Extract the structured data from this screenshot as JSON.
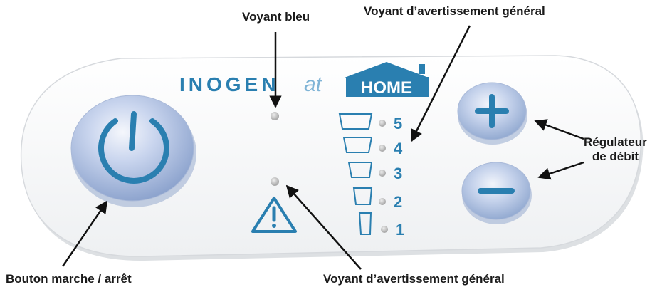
{
  "brand": {
    "part1": "INOGEN",
    "part2": "at",
    "part3": "HOME"
  },
  "callouts": {
    "blue_light": "Voyant bleu",
    "warning_top": "Voyant d’avertissement général",
    "flow_regulator_line1": "Régulateur",
    "flow_regulator_line2": "de débit",
    "power_button": "Bouton marche / arrêt",
    "warning_bottom": "Voyant d’avertissement général"
  },
  "buttons": {
    "plus": "+",
    "minus": "−"
  },
  "levels": [
    "5",
    "4",
    "3",
    "2",
    "1"
  ],
  "colors": {
    "brand_blue": "#2a7fb0",
    "panel": "#f7f8f9",
    "button_fill": "#b8c8e6",
    "indicator_led": "#c8c8c8"
  },
  "icons": [
    "power-icon",
    "plus-icon",
    "minus-icon",
    "warning-triangle-icon"
  ]
}
